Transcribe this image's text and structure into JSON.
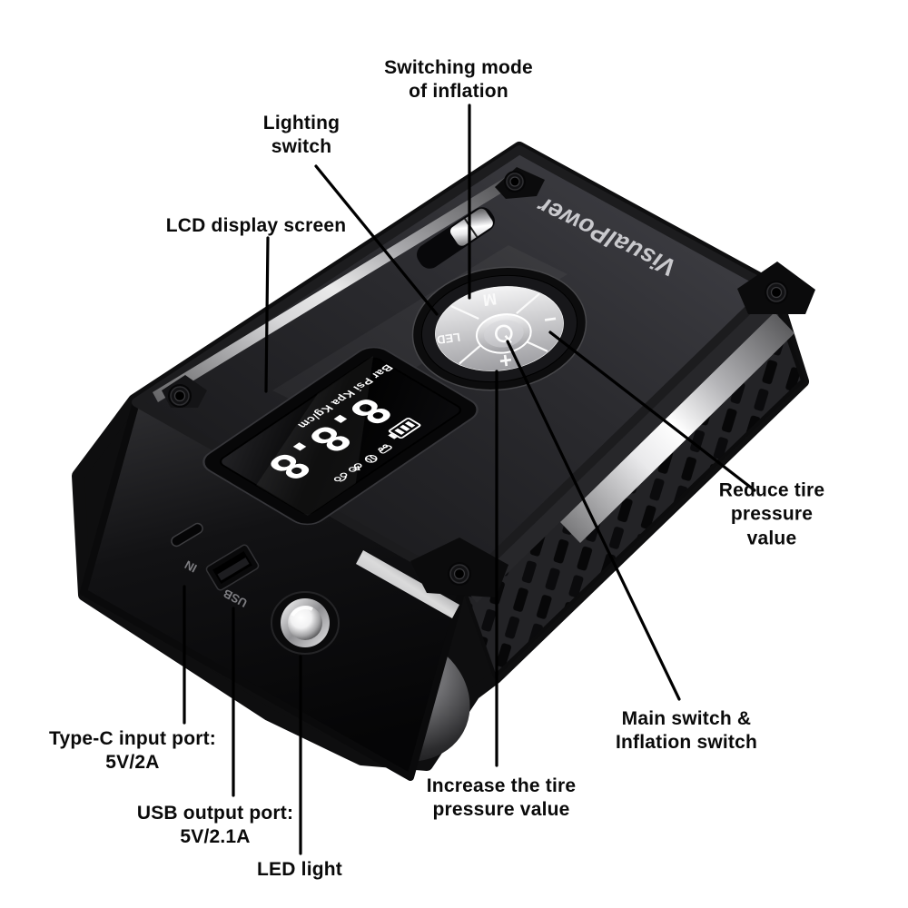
{
  "figure": {
    "type": "annotated-product-diagram",
    "subject": "Portable jump starter with tire inflator and power bank"
  },
  "annotations": {
    "switching_mode": {
      "text": "Switching mode\nof inflation"
    },
    "lighting_switch": {
      "text": "Lighting\nswitch"
    },
    "lcd_screen": {
      "text": "LCD display screen"
    },
    "reduce_pressure": {
      "text": "Reduce tire\npressure value"
    },
    "main_switch": {
      "text": "Main switch &\nInflation switch"
    },
    "increase_pressure": {
      "text": "Increase the tire\npressure value"
    },
    "type_c_port": {
      "text": "Type-C input port:\n5V/2A"
    },
    "usb_port": {
      "text": "USB output port:\n5V/2.1A"
    },
    "led_light": {
      "text": "LED light"
    }
  },
  "device": {
    "logo": "VisualPower",
    "pad": {
      "mode_button": "M",
      "led_button": "LED",
      "plus_button": "+",
      "minus_button": "−",
      "center_icon": "power-icon"
    },
    "lcd": {
      "digits": "8.8.8",
      "units": "Bar Psi Kpa Kg/cm",
      "battery_icon": "battery-icon",
      "mode_icons": [
        "car",
        "ball",
        "bicycle",
        "motorcycle"
      ]
    },
    "ports": {
      "type_c_label": "IN",
      "usb_label": "USB"
    }
  },
  "colors": {
    "background": "#ffffff",
    "label_text": "#0a0a0a",
    "leader_line": "#000000",
    "device_body": "#141416",
    "silver_accent": "#e8e8ea",
    "lcd_glyphs": "#ffffff"
  }
}
